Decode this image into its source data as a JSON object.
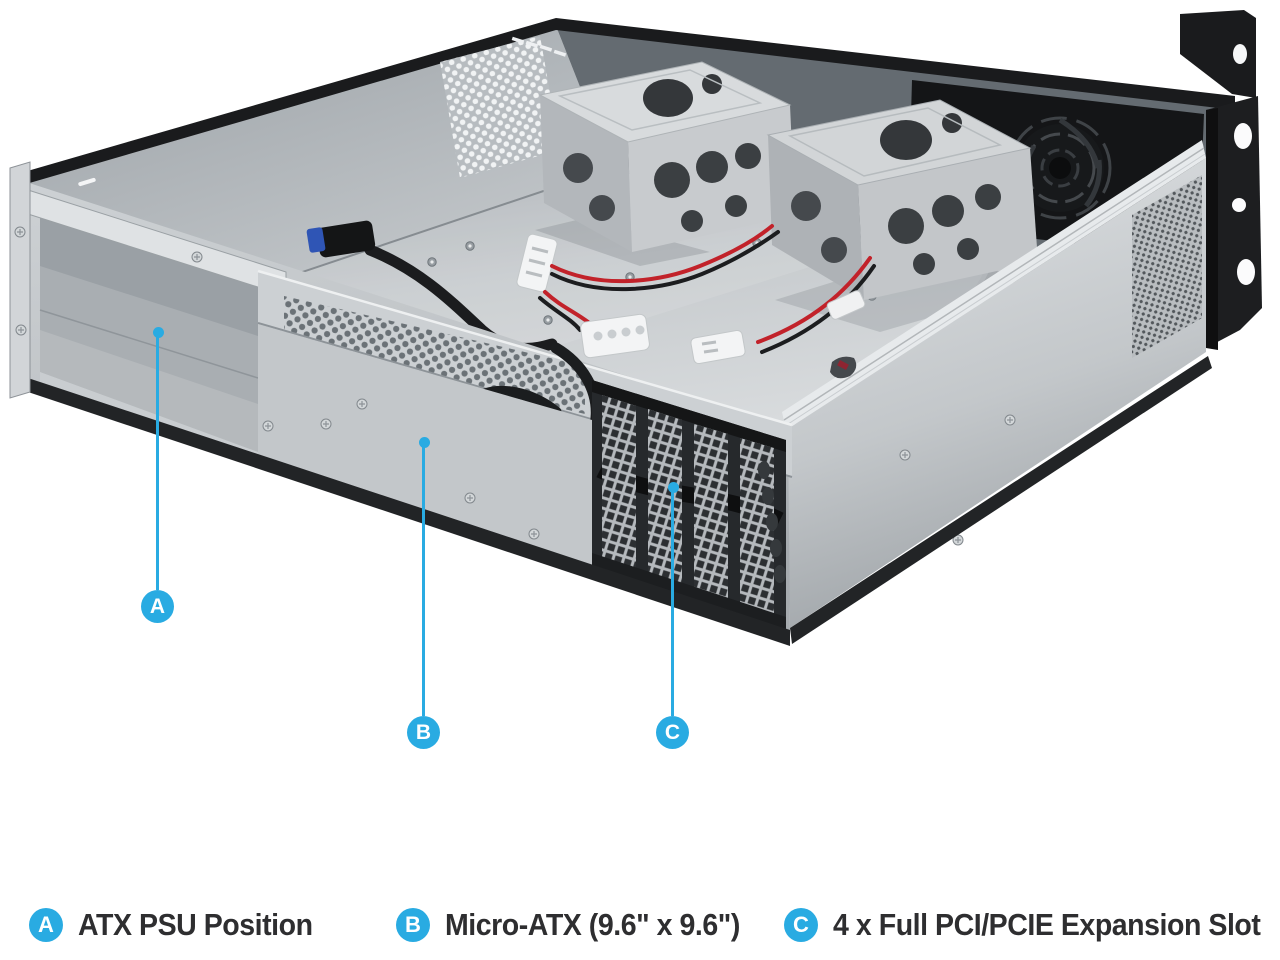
{
  "colors": {
    "accent": "#29abe2",
    "legend_text": "#2e2e30"
  },
  "callouts": [
    {
      "letter": "A",
      "label": "ATX PSU Position"
    },
    {
      "letter": "B",
      "label": "Micro-ATX (9.6\" x 9.6\")"
    },
    {
      "letter": "C",
      "label": "4 x Full PCI/PCIE Expansion Slot"
    }
  ]
}
